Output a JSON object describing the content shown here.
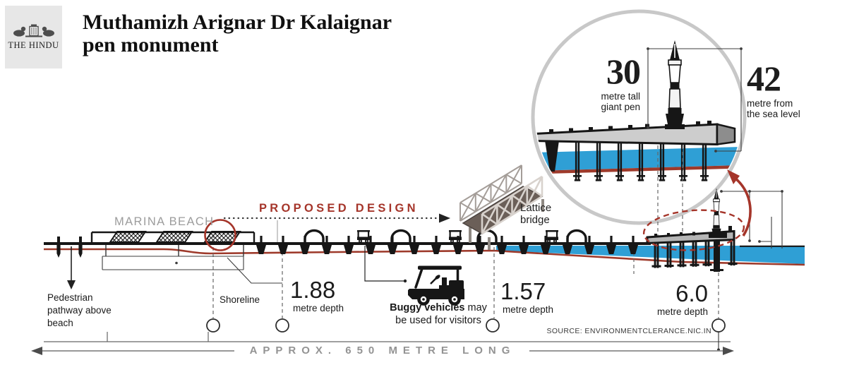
{
  "brand": {
    "logo_text": "THE HINDU"
  },
  "header": {
    "title": "Muthamizh Arignar Dr Kalaignar pen monument"
  },
  "inset": {
    "pen_height_value": "30",
    "pen_height_label": "metre tall giant pen",
    "sea_height_value": "42",
    "sea_height_label": "metre from the sea level"
  },
  "labels": {
    "proposed_design": "PROPOSED DESIGN",
    "marina_beach": "MARINA BEACH",
    "lattice_bridge": "Lattice bridge",
    "pedestrian_pathway": "Pedestrian pathway above beach",
    "shoreline": "Shoreline",
    "buggy_bold": "Buggy vehicles",
    "buggy_rest": " may be used for visitors",
    "source": "SOURCE: ENVIRONMENTCLERANCE.NIC.IN",
    "scale": "APPROX. 650 METRE LONG"
  },
  "depths": [
    {
      "value": "1.88",
      "unit": "metre depth"
    },
    {
      "value": "1.57",
      "unit": "metre depth"
    },
    {
      "value": "6.0",
      "unit": "metre depth"
    }
  ],
  "icons": {
    "hindu_crest": "newspaper-crest-emblem",
    "pen_monument": "fountain-pen-statue",
    "lattice_bridge": "isometric-truss-bridge",
    "buggy": "golf-cart-silhouette"
  },
  "colors": {
    "accent": "#a5352a",
    "water": "#2f9fd5",
    "seabed": "#9e3a2b",
    "muted": "#949494",
    "ink": "#161616",
    "ring": "#c8c8c8"
  }
}
